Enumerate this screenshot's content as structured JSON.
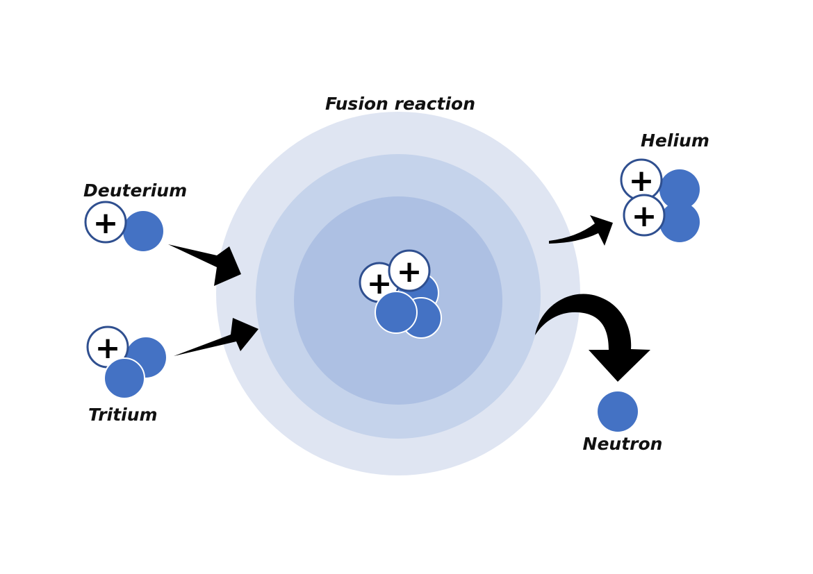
{
  "title": "Fusion reaction",
  "labels": {
    "deuterium": "Deuterium",
    "tritium": "Tritium",
    "helium": "Helium",
    "neutron": "Neutron"
  },
  "proton_symbol": "+",
  "colors": {
    "neutron_fill": "#4472c4",
    "proton_fill": "#ffffff",
    "proton_stroke": "#2f4f8f",
    "arrow": "#000000",
    "ring_outer": "#dfe5f2",
    "ring_middle": "#c5d3eb",
    "ring_inner": "#adc0e3"
  },
  "icons": [
    "proton-icon",
    "neutron-icon",
    "arrow-icon"
  ]
}
